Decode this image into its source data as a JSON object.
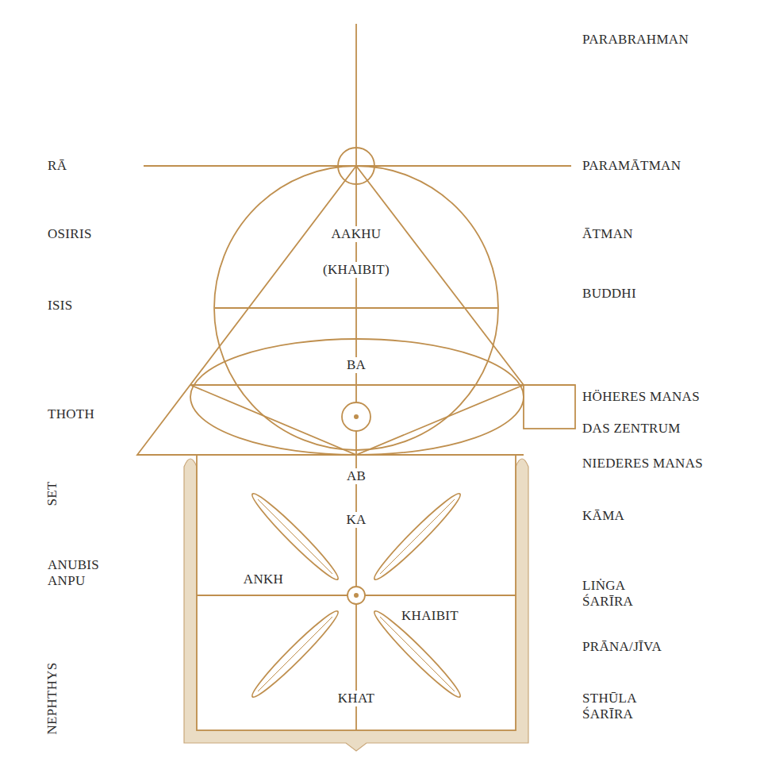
{
  "diagram": {
    "labels": [
      "PARABRAHMAN",
      "RĀ",
      "PARAMĀTMAN",
      "OSIRIS",
      "AAKHU",
      "ĀTMAN",
      "(KHAIBIT)",
      "ISIS",
      "BUDDHI",
      "BA",
      "HÖHERES MANAS",
      "THOTH",
      "DAS ZENTRUM",
      "NIEDERES MANAS",
      "SET",
      "AB",
      "KA",
      "KĀMA",
      "ANUBIS ANPU",
      "ANKH",
      "LIṄGA ŚARĪRA",
      "KHAIBIT",
      "PRĀNA/JĪVA",
      "KHAT",
      "STHŪLA ŚARĪRA",
      "NEPHTHYS"
    ]
  }
}
